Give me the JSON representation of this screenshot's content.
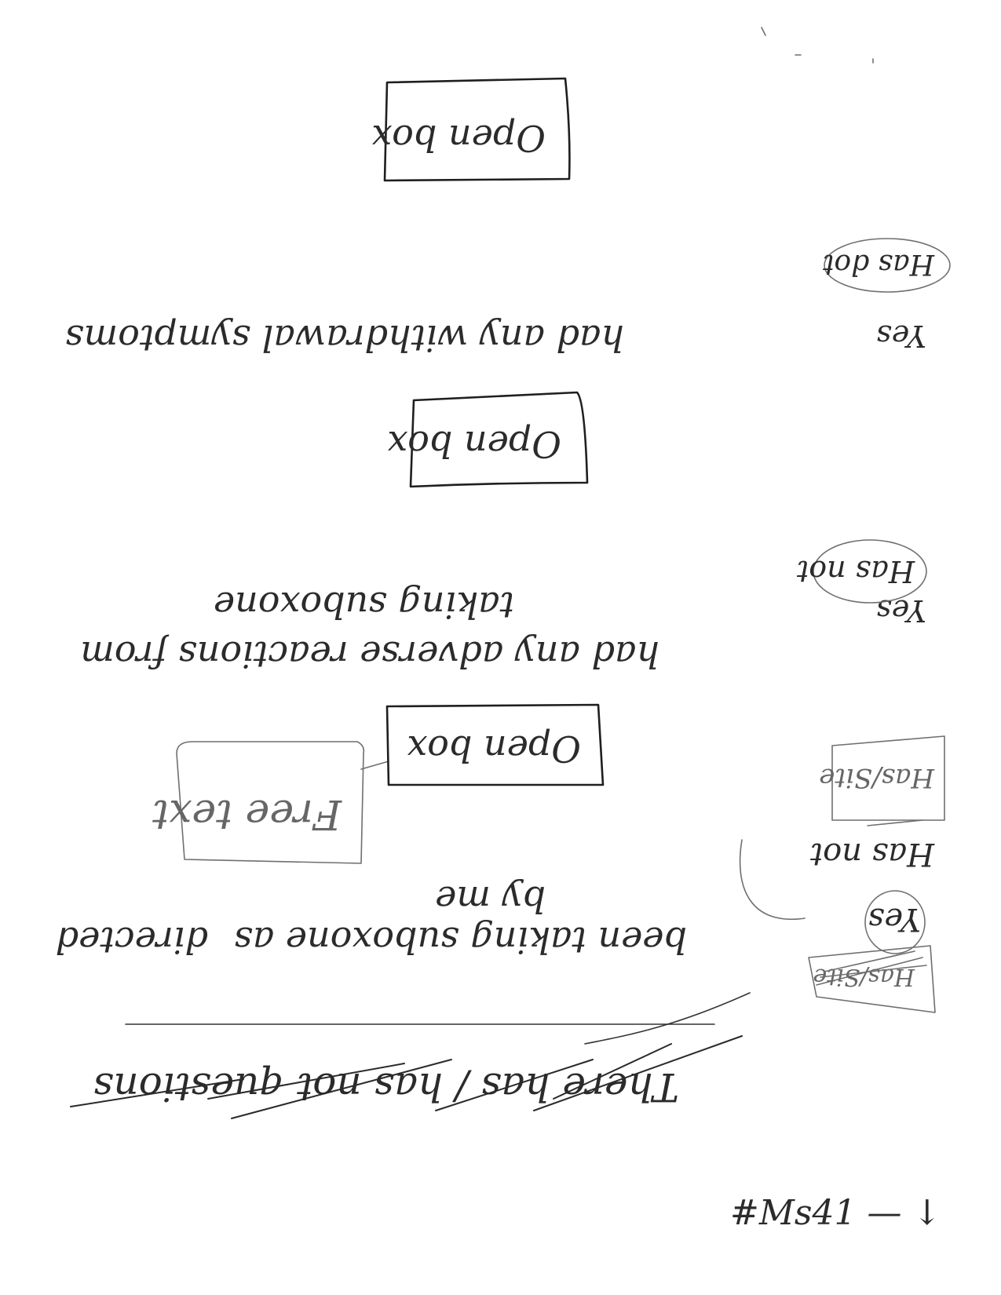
{
  "note": {
    "page_code": "#Ms41 — ↓",
    "header": {
      "question": "There has / has not questions"
    },
    "item1": {
      "statement": "been taking suboxone as directed by me",
      "option_yes": "Yes",
      "option_no": "Has not",
      "answer_box": "Has/Site",
      "crossed_box": "Has/Site",
      "free_text": "Free text",
      "open_box": "Open box"
    },
    "item2": {
      "statement_line1": "had any adverse reactions from",
      "statement_line2": "taking suboxone",
      "option_yes": "Yes",
      "option_no": "Has not",
      "open_box": "Open box"
    },
    "item3": {
      "statement": "had any withdrawal symptoms",
      "option_yes": "Yes",
      "option_no": "Has dot",
      "open_box": "Open box"
    }
  }
}
